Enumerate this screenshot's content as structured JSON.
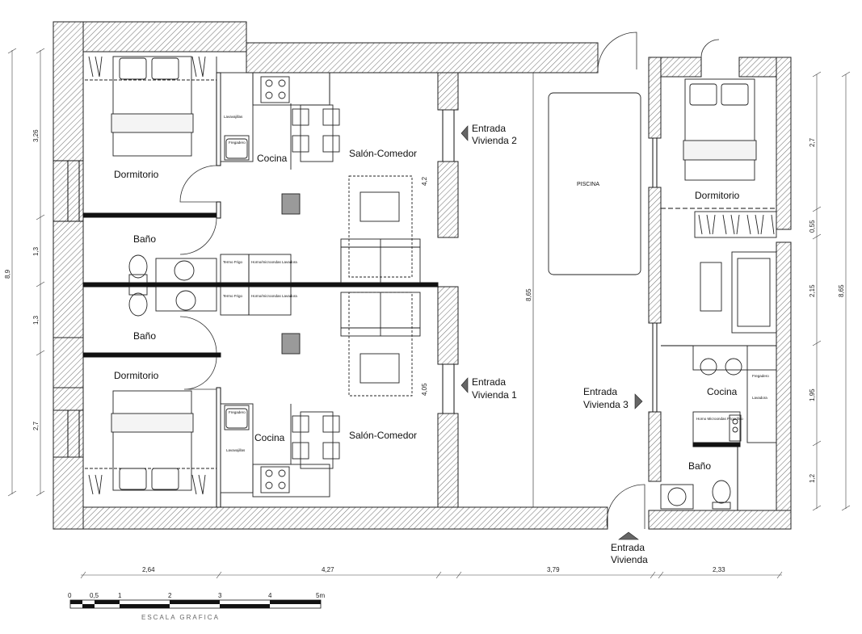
{
  "rooms": {
    "dormitorio_top": "Dormitorio",
    "bano_top": "Baño",
    "cocina_top": "Cocina",
    "salon_top": "Salón-Comedor",
    "bano_bottom": "Baño",
    "dormitorio_bottom": "Dormitorio",
    "cocina_bottom": "Cocina",
    "salon_bottom": "Salón-Comedor",
    "piscina": "PISCINA",
    "dormitorio_right": "Dormitorio",
    "cocina_right": "Cocina",
    "bano_right": "Baño"
  },
  "entries": {
    "v2_line1": "Entrada",
    "v2_line2": "Vivienda 2",
    "v1_line1": "Entrada",
    "v1_line2": "Vivienda 1",
    "v3_line1": "Entrada",
    "v3_line2": "Vivienda 3",
    "main_line1": "Entrada",
    "main_line2": "Vivienda"
  },
  "appliances": {
    "lavavajillas": "Lavavajillas",
    "fregadero": "Fregadero",
    "termo_frigo": "Termo Frigo",
    "horno_lavadora": "Horno/microondas Lavadora",
    "fregadero_r": "Fregadero",
    "lavadora_r": "Lavadora",
    "horno_r": "Horno Microondas Frigorifico"
  },
  "dimensions": {
    "left_total": "8,9",
    "left_1": "3,26",
    "left_2": "1,3",
    "left_3": "1,3",
    "left_4": "2,7",
    "inner_42": "4,2",
    "inner_405": "4,05",
    "pool_len": "8,65",
    "right_total": "8,65",
    "right_1": "2,7",
    "right_2": "0,55",
    "right_3": "2,15",
    "right_4": "1,95",
    "right_5": "1,2",
    "bottom_1": "2,64",
    "bottom_2": "4,27",
    "bottom_3": "3,79",
    "bottom_4": "2,33"
  },
  "scale": {
    "t0": "0",
    "t05": "0,5",
    "t1": "1",
    "t2": "2",
    "t3": "3",
    "t4": "4",
    "t5": "5m",
    "caption": "ESCALA GRAFICA"
  }
}
